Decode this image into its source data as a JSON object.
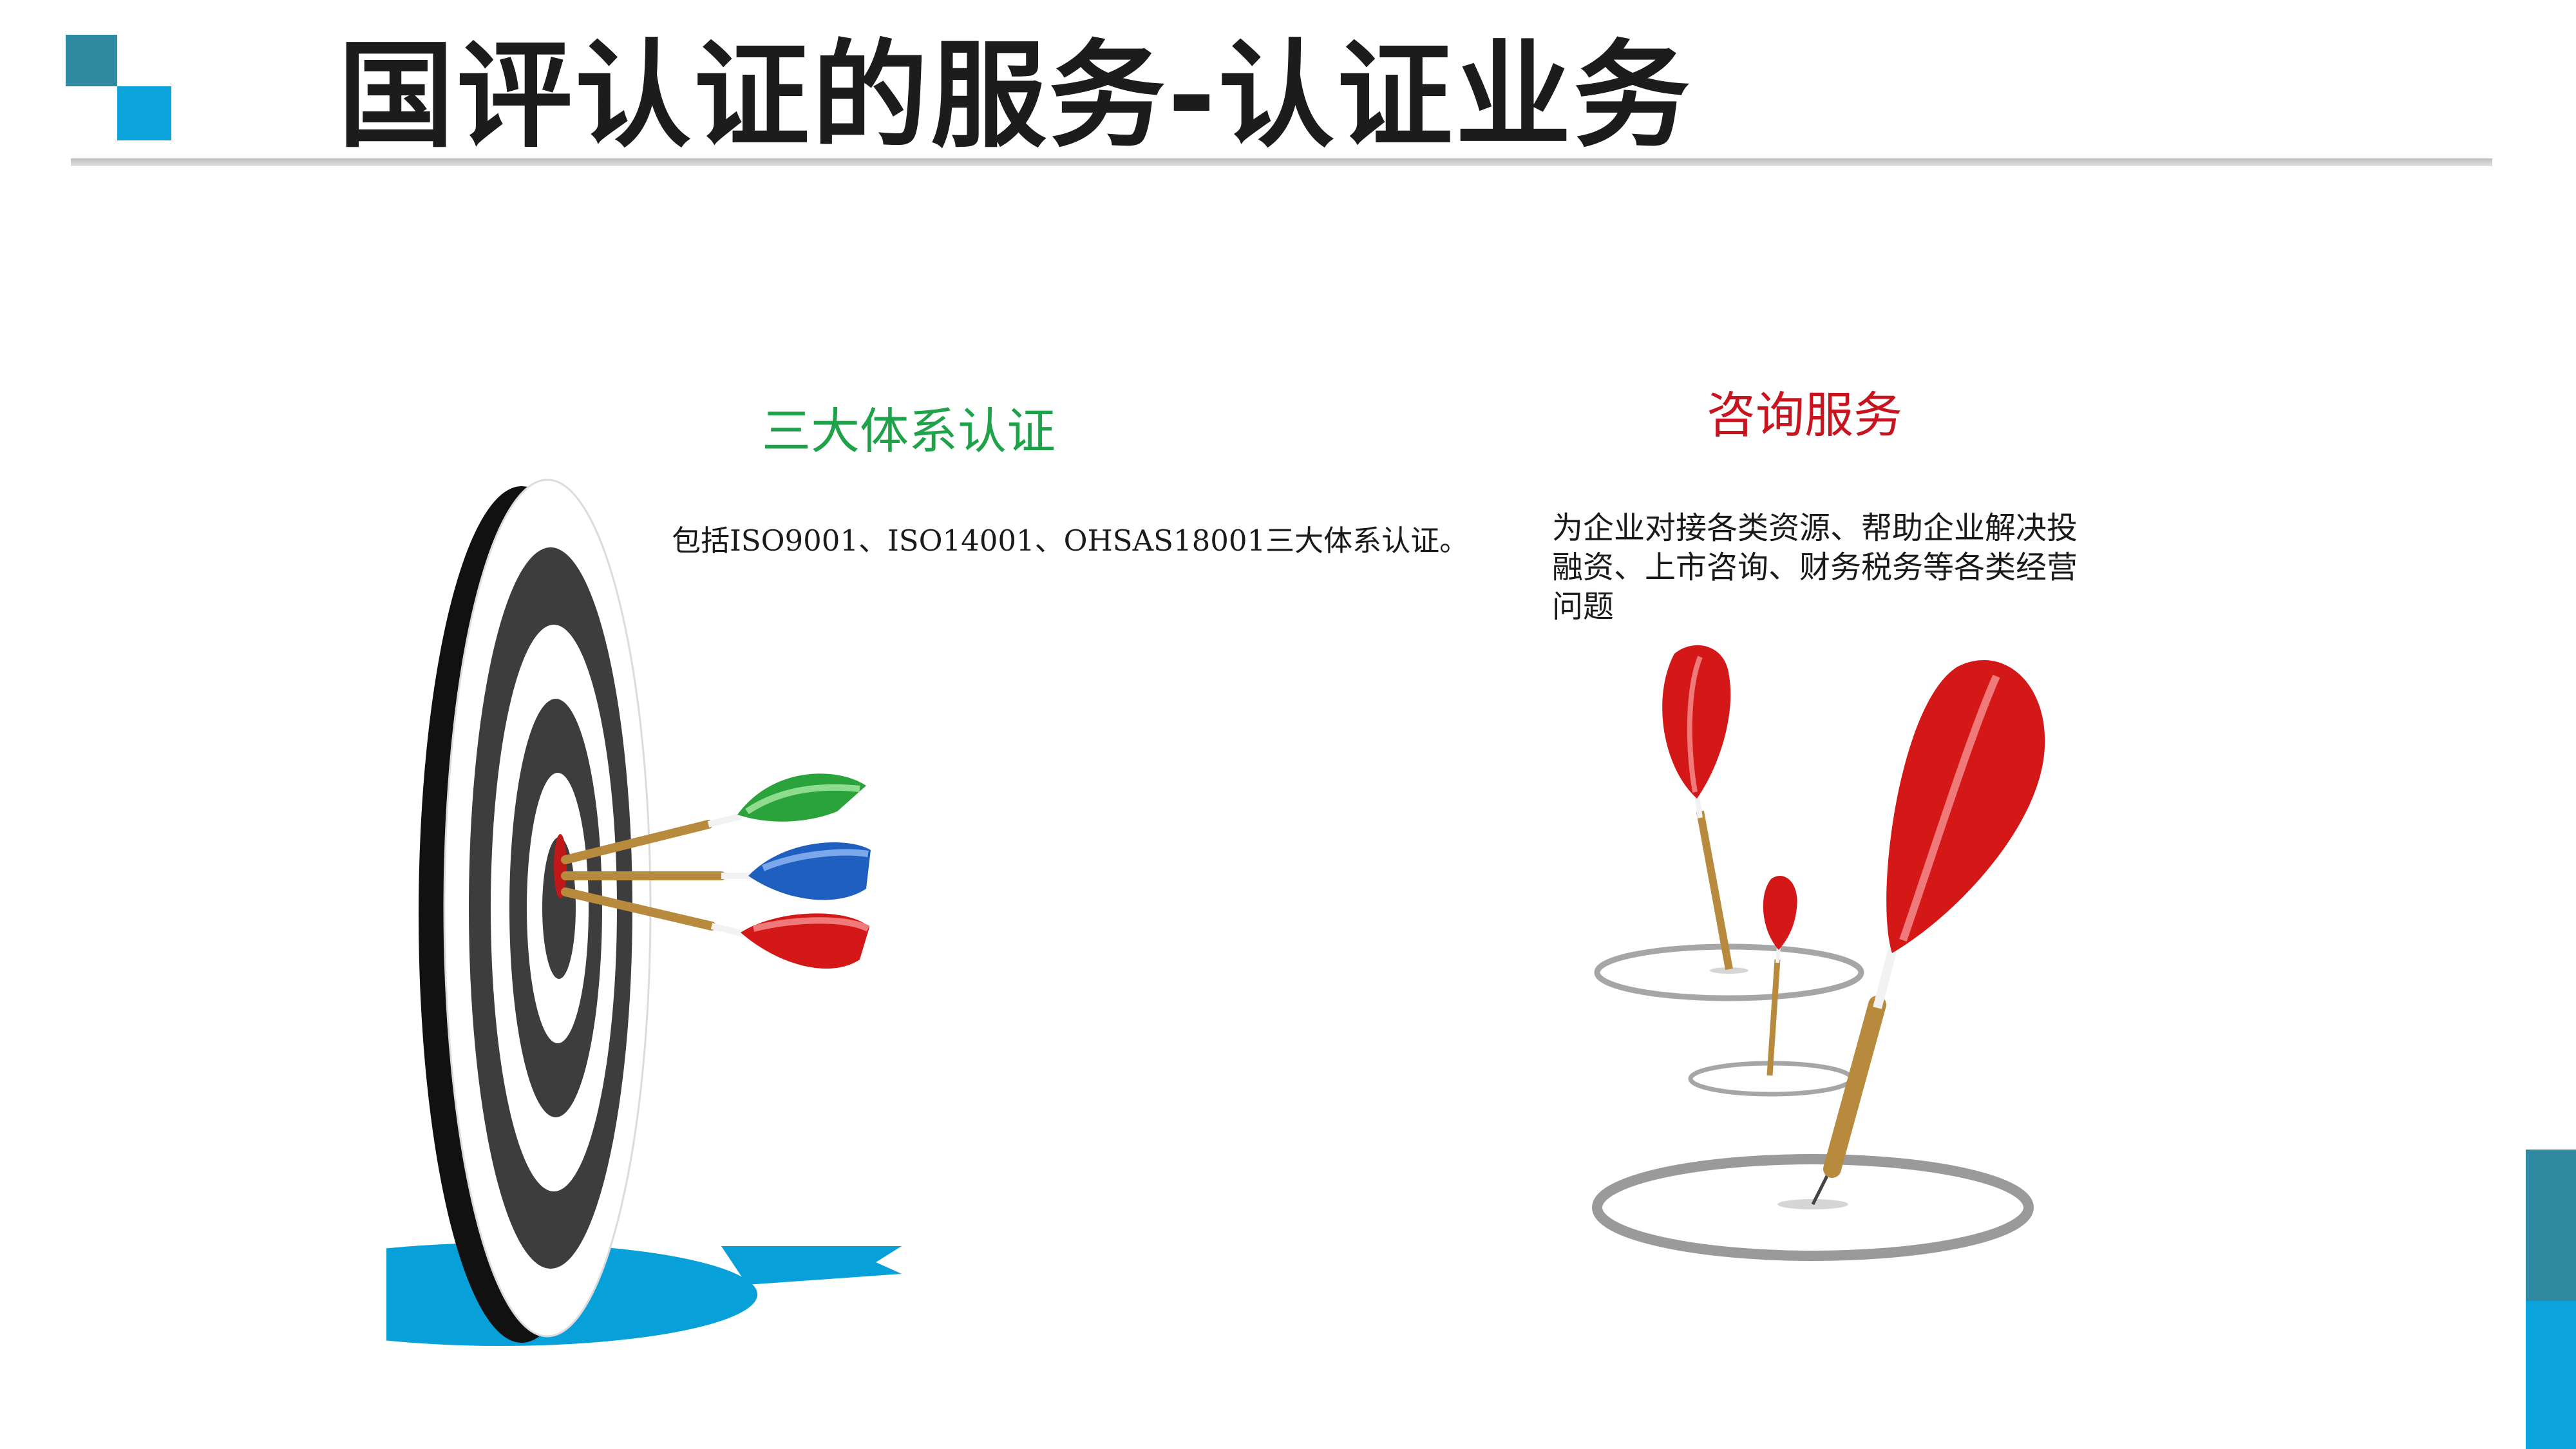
{
  "slide": {
    "title": "国评认证的服务-认证业务"
  },
  "left_section": {
    "heading": "三大体系认证",
    "description": "包括ISO9001、ISO14001、OHSAS18001三大体系认证。"
  },
  "right_section": {
    "heading": "咨询服务",
    "description": "为企业对接各类资源、帮助企业解决投融资、上市咨询、财务税务等各类经营问题"
  },
  "colors": {
    "accent_teal": "#2f8aa1",
    "accent_blue": "#0aa3dc",
    "heading_green": "#1fa24a",
    "heading_red": "#c8141e"
  },
  "icons": [
    "dartboard-with-darts-illustration",
    "darts-in-rings-illustration"
  ]
}
